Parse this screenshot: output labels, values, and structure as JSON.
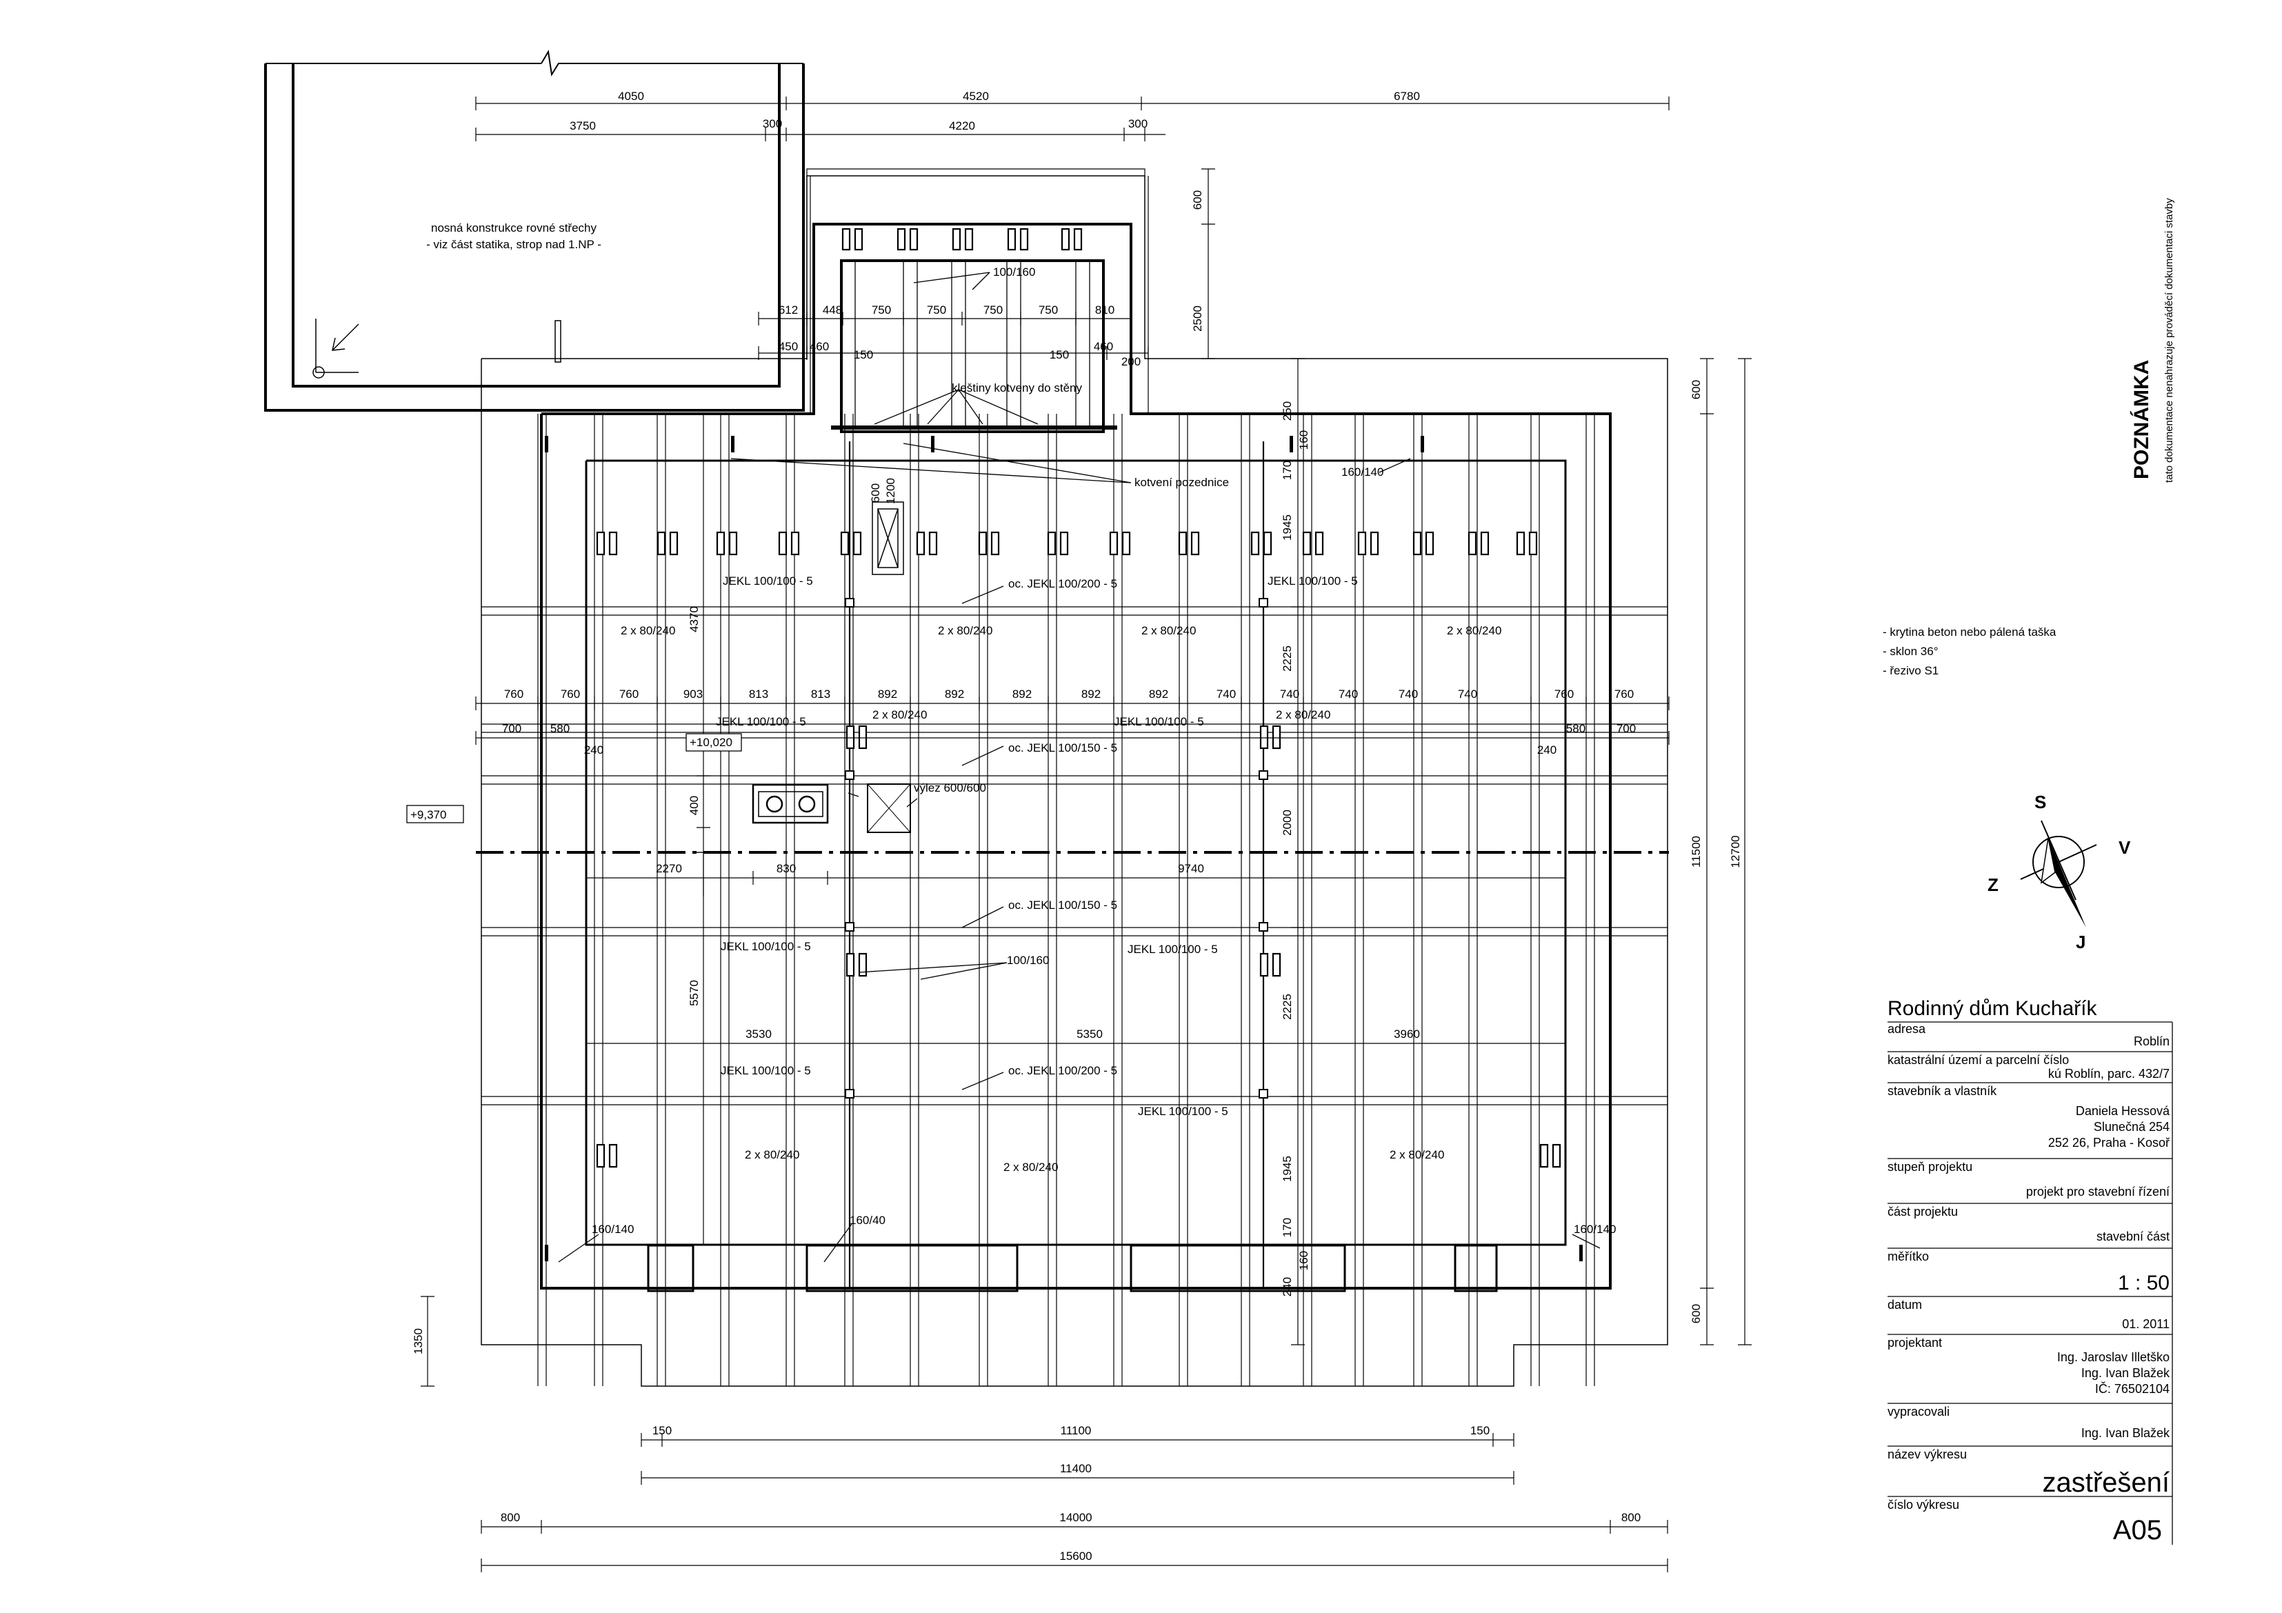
{
  "dimensions": {
    "top_outer": [
      "4050",
      "4520",
      "6780"
    ],
    "top_inner": [
      "3750",
      "300",
      "4220",
      "300"
    ],
    "dormer_row1": [
      "612",
      "448",
      "750",
      "750",
      "750",
      "750",
      "810"
    ],
    "dormer_row2": [
      "450",
      "460",
      "150",
      "150",
      "460",
      "200"
    ],
    "right_top": [
      "600",
      "2500"
    ],
    "rafter_spacing": [
      "760",
      "760",
      "760",
      "903",
      "813",
      "813",
      "892",
      "892",
      "892",
      "892",
      "892",
      "740",
      "740",
      "740",
      "740",
      "740",
      "760",
      "760"
    ],
    "row_700_580": [
      "700",
      "580",
      "580",
      "700"
    ],
    "edge_240": "240",
    "v_4370": "4370",
    "v_400": "400",
    "v_5570": "5570",
    "center_row": [
      "2270",
      "830",
      "9740"
    ],
    "lower_row": [
      "3530",
      "5350",
      "3960"
    ],
    "center_vertical": [
      "250",
      "160",
      "170",
      "1945",
      "2225",
      "2000",
      "2225",
      "1945",
      "170",
      "160",
      "240"
    ],
    "right_vertical": [
      "600",
      "11500",
      "12700",
      "600"
    ],
    "left_1350": "1350",
    "bottom_1": [
      "150",
      "11100",
      "150"
    ],
    "bottom_2": "11400",
    "bottom_3": [
      "800",
      "14000",
      "800"
    ],
    "bottom_4": "15600"
  },
  "labels": {
    "flat_roof_1": "nosná konstrukce rovné střechy",
    "flat_roof_2": "- viz část statika, strop nad 1.NP -",
    "beam_100_160_top": "100/160",
    "collar_ties": "kleštiny kotveny do stěny",
    "wallplate_anchor": "kotvení pozednice",
    "wallplate_160_140_top": "160/140",
    "jekl_tl": "JEKL 100/100 - 5",
    "oc_jekl_200_top": "oc. JEKL 100/200 - 5",
    "jekl_tr": "JEKL 100/100 - 5",
    "rafter_a": "2 x 80/240",
    "rafter_b": "2 x 80/240",
    "rafter_c": "2 x 80/240",
    "rafter_d": "2 x 80/240",
    "jekl_ml": "JEKL 100/100 - 5",
    "rafter_e": "2 x 80/240",
    "jekl_mr": "JEKL 100/100 - 5",
    "rafter_f": "2 x 80/240",
    "oc_jekl_150_top": "oc. JEKL 100/150 - 5",
    "level_10020": "+10,020",
    "hatch": "výlez 600/600",
    "level_9370": "+9,370",
    "hatch_600": "600",
    "hatch_1200": "1200",
    "oc_jekl_150_bottom": "oc. JEKL 100/150 - 5",
    "jekl_ll": "JEKL 100/100 - 5",
    "beam_100_160_mid": "100/160",
    "jekl_lr": "JEKL 100/100 - 5",
    "jekl_bl": "JEKL 100/100 - 5",
    "oc_jekl_200_bottom": "oc. JEKL 100/200 - 5",
    "jekl_br": "JEKL 100/100 - 5",
    "rafter_g": "2 x 80/240",
    "rafter_h": "2 x 80/240",
    "rafter_i": "2 x 80/240",
    "wallplate_160_140_bl": "160/140",
    "beam_160_40": "160/40",
    "wallplate_160_140_br": "160/140"
  },
  "note": {
    "title": "POZNÁMKA",
    "text": "tato dokumentace nenahrazuje prováděcí dokumentaci stavby"
  },
  "spec": [
    "- krytina beton nebo pálená taška",
    "- sklon 36°",
    "- řezivo S1"
  ],
  "compass": {
    "north": "S",
    "east": "V",
    "west": "Z",
    "south": "J"
  },
  "title_block": {
    "title": "Rodinný dům Kuchařík",
    "rows": [
      {
        "label": "adresa",
        "values": [
          "Roblín"
        ]
      },
      {
        "label": "katastrální území a parcelní číslo",
        "values": [
          "kú Roblín, parc. 432/7"
        ]
      },
      {
        "label": "stavebník a vlastník",
        "values": [
          "Daniela Hessová",
          "Slunečná 254",
          "252 26, Praha - Kosoř"
        ]
      },
      {
        "label": "stupeň projektu",
        "values": [
          "projekt pro stavební řízení"
        ]
      },
      {
        "label": "část projektu",
        "values": [
          "stavební část"
        ]
      },
      {
        "label": "měřítko",
        "values": [
          "1 : 50"
        ]
      },
      {
        "label": "datum",
        "values": [
          "01. 2011"
        ]
      },
      {
        "label": "projektant",
        "values": [
          "Ing. Jaroslav Illetško",
          "Ing. Ivan Blažek",
          "IČ: 76502104"
        ]
      },
      {
        "label": "vypracovali",
        "values": [
          "Ing. Ivan Blažek"
        ]
      },
      {
        "label": "název výkresu",
        "values": [
          "zastřešení"
        ]
      },
      {
        "label": "číslo výkresu",
        "values": [
          "A05"
        ]
      }
    ]
  }
}
